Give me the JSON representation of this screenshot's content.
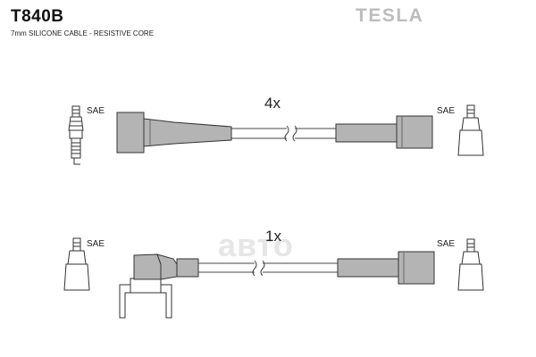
{
  "header": {
    "part_number": "T840B",
    "description": "7mm SILICONE CABLE - RESISTIVE CORE",
    "brand": "TESLA"
  },
  "watermark": "авто",
  "diagram": {
    "quantity_labels": [
      "4x",
      "1x"
    ],
    "terminal_labels": [
      "SAE",
      "SAE",
      "SAE",
      "SAE"
    ]
  },
  "colors": {
    "boot_fill": "#b4b4b4",
    "cable_stroke": "#444444",
    "outline": "#333333",
    "watermark": "#e6e6e6",
    "brand": "#bdbdbd"
  }
}
